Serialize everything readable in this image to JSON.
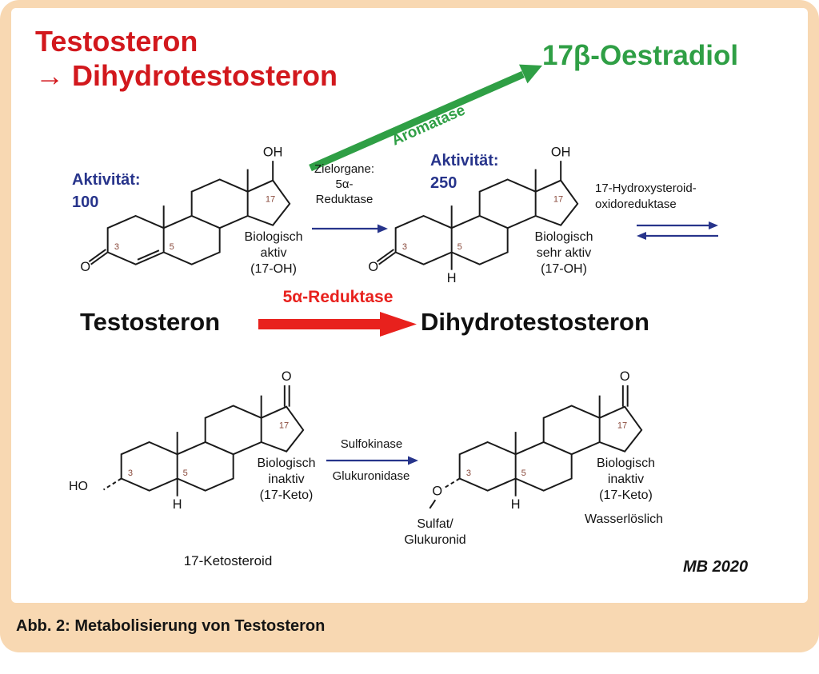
{
  "colors": {
    "page_background": "#f8d8b2",
    "panel": "#ffffff",
    "title_red": "#d2181d",
    "green": "#2f9f45",
    "blue": "#27348b",
    "arrow_red": "#e8211d",
    "text": "#141414"
  },
  "header": {
    "title_red": "Testosteron\n→ Dihydrotestosteron",
    "title_green": "17β-Oestradiol",
    "aromatase_label": "Aromatase"
  },
  "top": {
    "activity_label": "Aktivität:",
    "activity_value_testosterone": "100",
    "activity_value_dht": "250",
    "zielorgane_text": "Zielorgane:\n5α-\nReduktase",
    "bio_testosterone": "Biologisch\naktiv\n(17-OH)",
    "bio_dht": "Biologisch\nsehr aktiv\n(17-OH)",
    "oxidoreductase_text": "17-Hydroxysteroid-\noxidoreduktase"
  },
  "reaction": {
    "substrate": "Testosteron",
    "enzyme": "5α-Reduktase",
    "product": "Dihydrotestosteron"
  },
  "bottom": {
    "bio_ketosteroid": "Biologisch\ninaktiv\n(17-Keto)",
    "bio_conjugate": "Biologisch\ninaktiv\n(17-Keto)",
    "water_soluble": "Wasserlöslich",
    "enzyme_sulfokinase": "Sulfokinase",
    "enzyme_glucuronidase": "Glukuronidase",
    "ketosteroid_label": "17-Ketosteroid",
    "conjugate_label": "Sulfat/\nGlukuronid",
    "signature": "MB 2020"
  },
  "atoms": {
    "oh": "OH",
    "o": "O",
    "ho": "HO",
    "h": "H",
    "c3": "3",
    "c5": "5",
    "c17": "17"
  },
  "caption": "Abb. 2: Metabolisierung von Testosteron"
}
